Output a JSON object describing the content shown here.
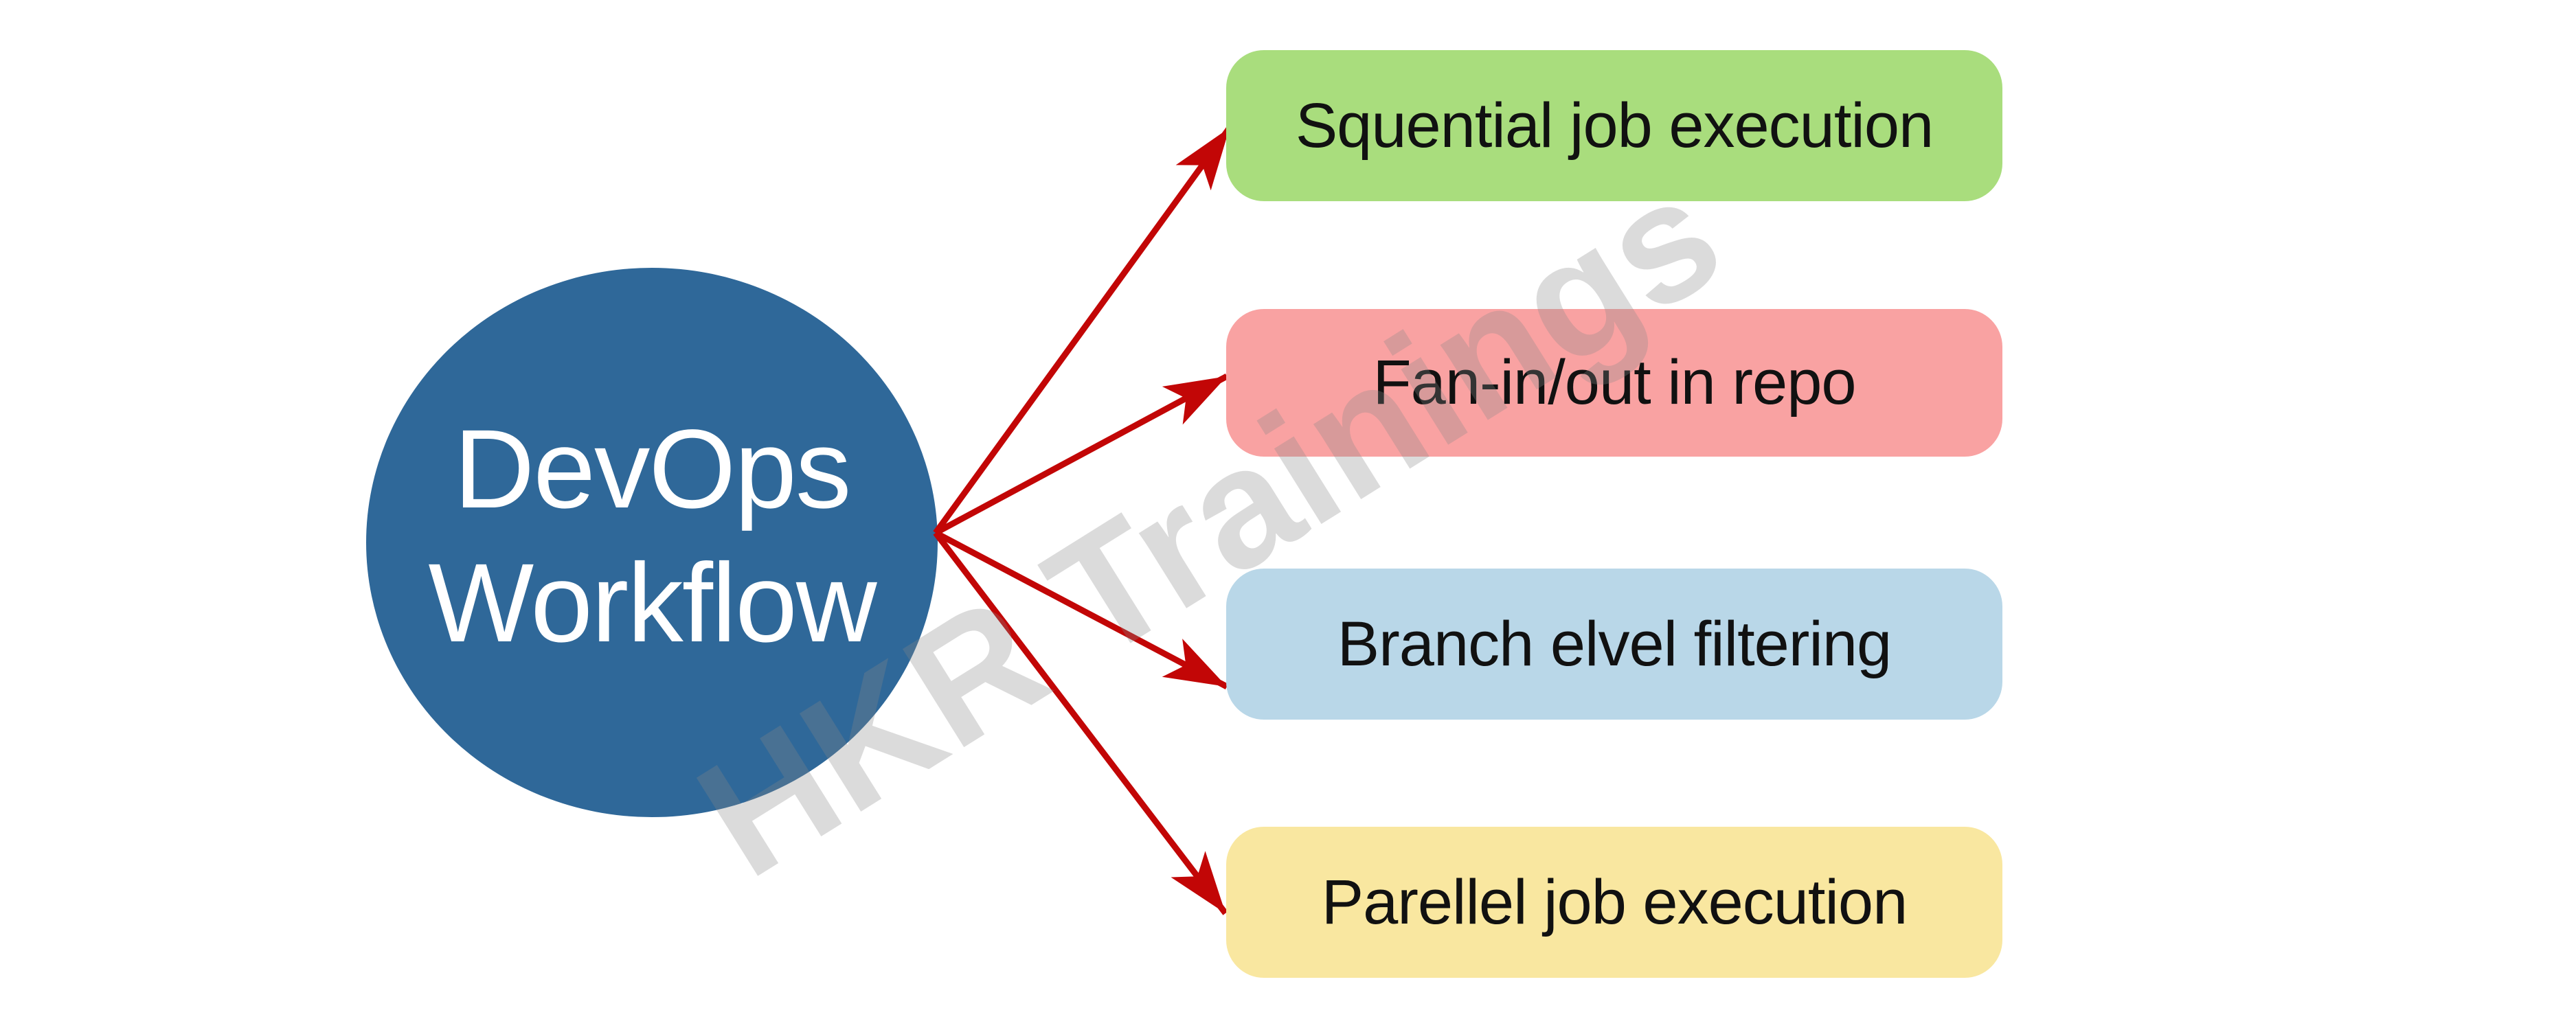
{
  "diagram": {
    "center": {
      "lines": [
        "DevOps",
        "Workflow"
      ],
      "fill": "#2f6899",
      "text_color": "#ffffff"
    },
    "branches": [
      {
        "label": "Squential job execution",
        "fill": "#a9dd7d"
      },
      {
        "label": "Fan-in/out in repo",
        "fill": "#f9a2a2"
      },
      {
        "label": "Branch elvel filtering",
        "fill": "#b9d7e8"
      },
      {
        "label": "Parellel job execution",
        "fill": "#f9e7a0"
      }
    ],
    "arrow_color": "#c20606",
    "watermark": {
      "text": "HKR Trainings",
      "color": "#888888"
    }
  }
}
